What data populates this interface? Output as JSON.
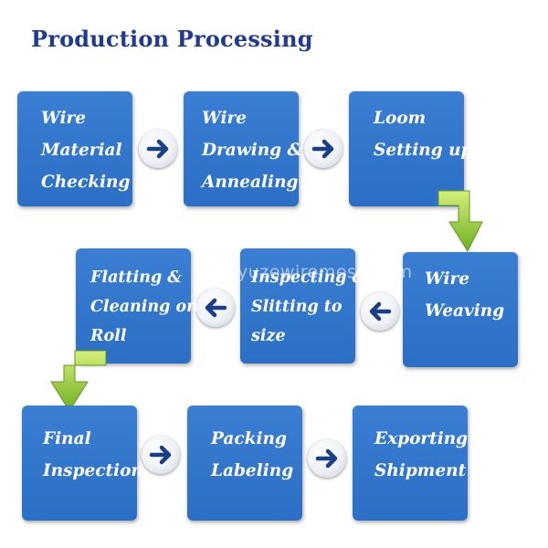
{
  "title": "Production Processing",
  "watermark": "yuzewiremesh.com",
  "colors": {
    "box": "#2b6fc6",
    "title": "#1f3a93",
    "turn_arrow": "#8cc63f",
    "circle_arrow": "#1a3f8a"
  },
  "steps": [
    {
      "lines": [
        "Wire",
        "Material",
        "Checking"
      ]
    },
    {
      "lines": [
        "Wire",
        "Drawing &",
        "Annealing"
      ]
    },
    {
      "lines": [
        "Loom",
        "Setting up"
      ]
    },
    {
      "lines": [
        "Wire",
        "Weaving"
      ]
    },
    {
      "lines": [
        "Inspecting &",
        "Slitting to",
        "size"
      ]
    },
    {
      "lines": [
        "Flatting &",
        "Cleaning on",
        "Roll"
      ]
    },
    {
      "lines": [
        "Final",
        "Inspection"
      ]
    },
    {
      "lines": [
        "Packing",
        "Labeling"
      ]
    },
    {
      "lines": [
        "Exporting",
        "Shipment"
      ]
    }
  ],
  "connectors": [
    {
      "icon": "arrow-right-circle-icon"
    },
    {
      "icon": "arrow-right-circle-icon"
    },
    {
      "icon": "turn-down-arrow-icon"
    },
    {
      "icon": "arrow-left-circle-icon"
    },
    {
      "icon": "arrow-left-circle-icon"
    },
    {
      "icon": "turn-down-arrow-icon"
    },
    {
      "icon": "arrow-right-circle-icon"
    },
    {
      "icon": "arrow-right-circle-icon"
    }
  ]
}
